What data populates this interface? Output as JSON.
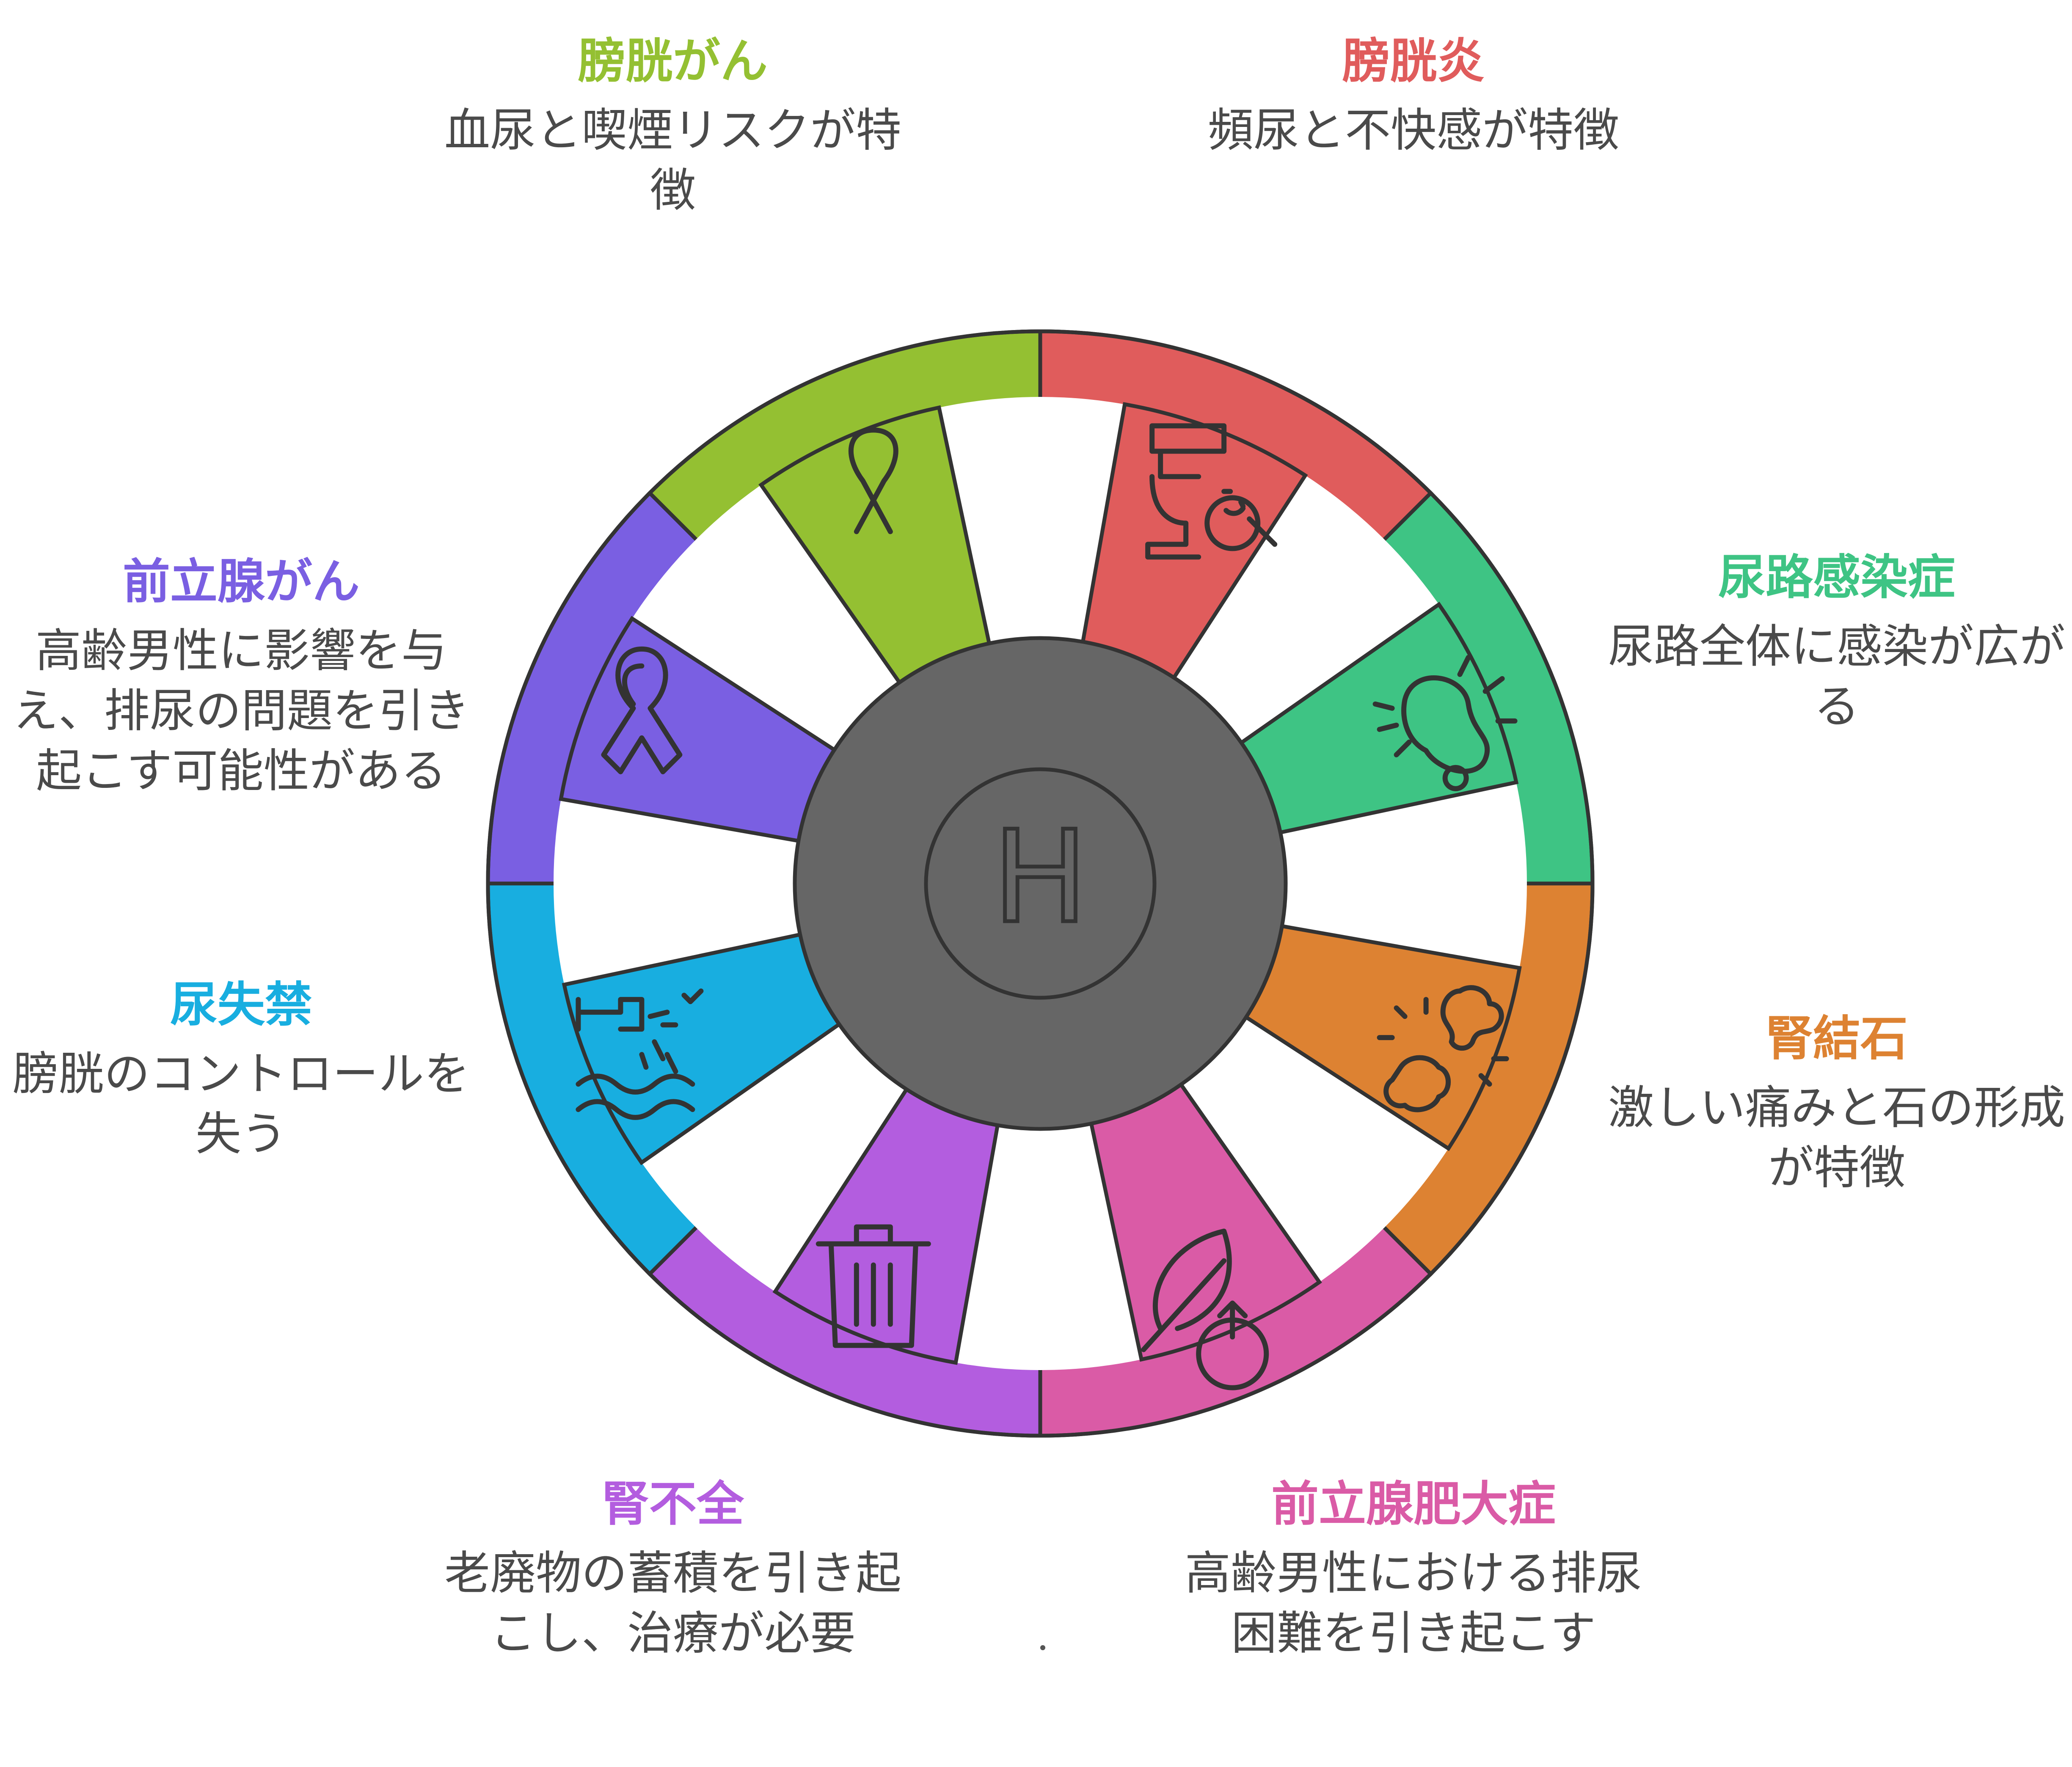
{
  "center": {
    "letter": "H"
  },
  "segments": [
    {
      "id": "bladder-cancer",
      "title": "膀胱がん",
      "description": "血尿と喫煙リスクが特徴",
      "color": "#94c032",
      "icon": "awareness-ribbon-icon"
    },
    {
      "id": "cystitis",
      "title": "膀胱炎",
      "description": "頻尿と不快感が特徴",
      "color": "#e05c5c",
      "icon": "toilet-bacteria-icon"
    },
    {
      "id": "uti",
      "title": "尿路感染症",
      "description": "尿路全体に感染が広がる",
      "color": "#3ec484",
      "icon": "bacteria-icon"
    },
    {
      "id": "kidney-stones",
      "title": "腎結石",
      "description": "激しい痛みと石の形成が特徴",
      "color": "#dd8232",
      "icon": "stones-icon"
    },
    {
      "id": "bph",
      "title": "前立腺肥大症",
      "description": "高齢男性における排尿困難を引き起こす",
      "color": "#da5ba6",
      "icon": "leaf-up-arrow-icon"
    },
    {
      "id": "kidney-failure",
      "title": "腎不全",
      "description": "老廃物の蓄積を引き起こし、治療が必要",
      "color": "#b35ddf",
      "icon": "trash-can-icon"
    },
    {
      "id": "incontinence",
      "title": "尿失禁",
      "description": "膀胱のコントロールを失う",
      "color": "#18aee0",
      "icon": "leaking-faucet-icon"
    },
    {
      "id": "prostate-cancer",
      "title": "前立腺がん",
      "description": "高齢男性に影響を与え、排尿の問題を引き起こす可能性がある",
      "color": "#7a5fe2",
      "icon": "looped-ribbon-icon"
    }
  ]
}
